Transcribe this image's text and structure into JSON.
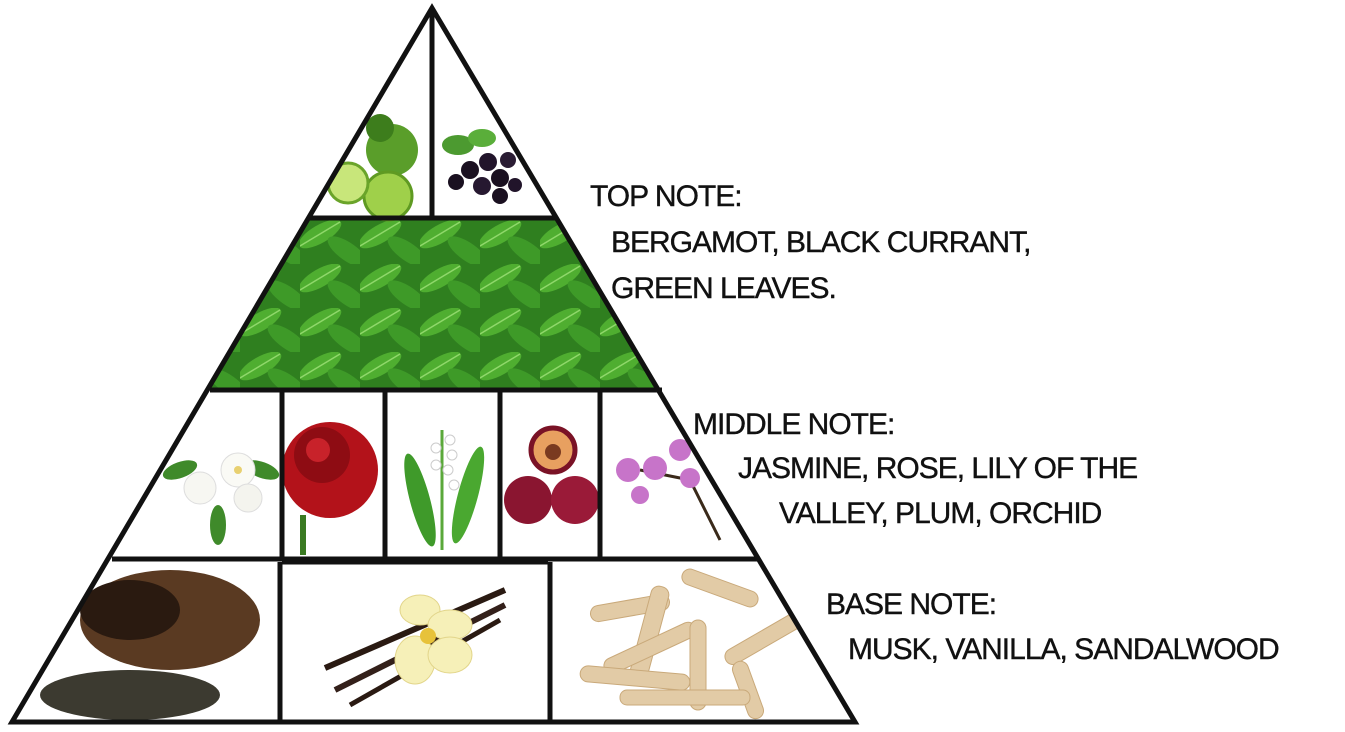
{
  "top_note": {
    "heading": "TOP NOTE:",
    "line1": "BERGAMOT, BLACK CURRANT,",
    "line2": "GREEN LEAVES."
  },
  "middle_note": {
    "heading": "MIDDLE NOTE:",
    "line1": "JASMINE, ROSE, LILY OF THE",
    "line2": "VALLEY, PLUM, ORCHID"
  },
  "base_note": {
    "heading": "BASE NOTE:",
    "line1": "MUSK, VANILLA, SANDALWOOD"
  },
  "colors": {
    "outline": "#111111",
    "leaf": "#3f9a2a",
    "rose": "#b3121a",
    "plum": "#8a1530",
    "orchid": "#c774c9",
    "sandalwood": "#e2cba6",
    "lime": "#7fbf3a"
  }
}
